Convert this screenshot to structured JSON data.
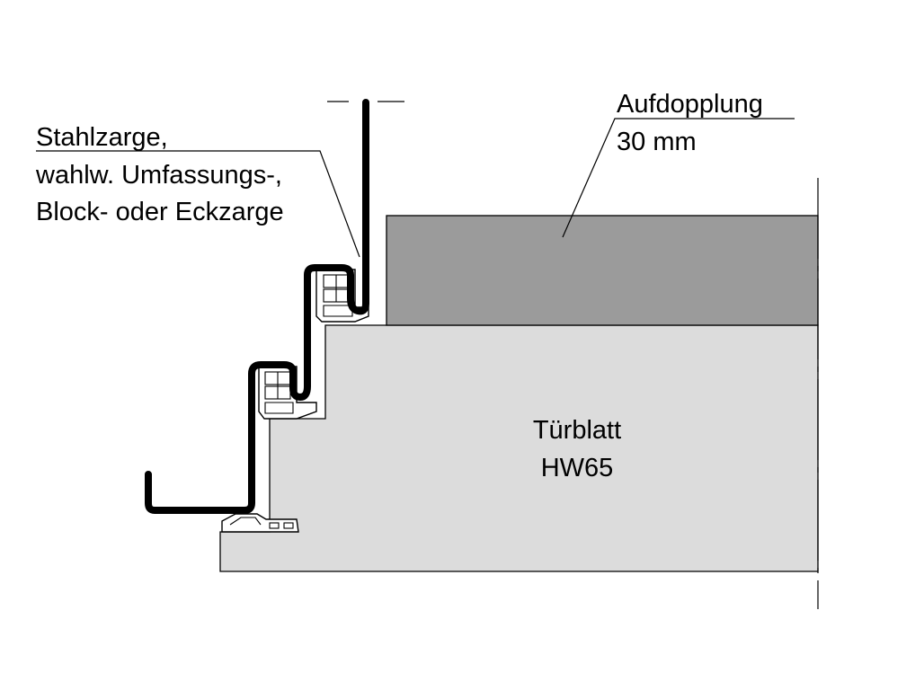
{
  "labels": {
    "frame_line1": "Stahlzarge,",
    "frame_line2": "wahlw. Umfassungs-,",
    "frame_line3": "Block- oder Eckzarge",
    "cover_line1": "Aufdopplung",
    "cover_line2": "30 mm",
    "leaf_line1": "Türblatt",
    "leaf_line2": "HW65"
  },
  "colors": {
    "door_leaf_fill": "#dcdcdc",
    "cover_panel_fill": "#9b9b9b",
    "frame_stroke": "#000000",
    "line_color": "#000000",
    "background": "#ffffff"
  }
}
